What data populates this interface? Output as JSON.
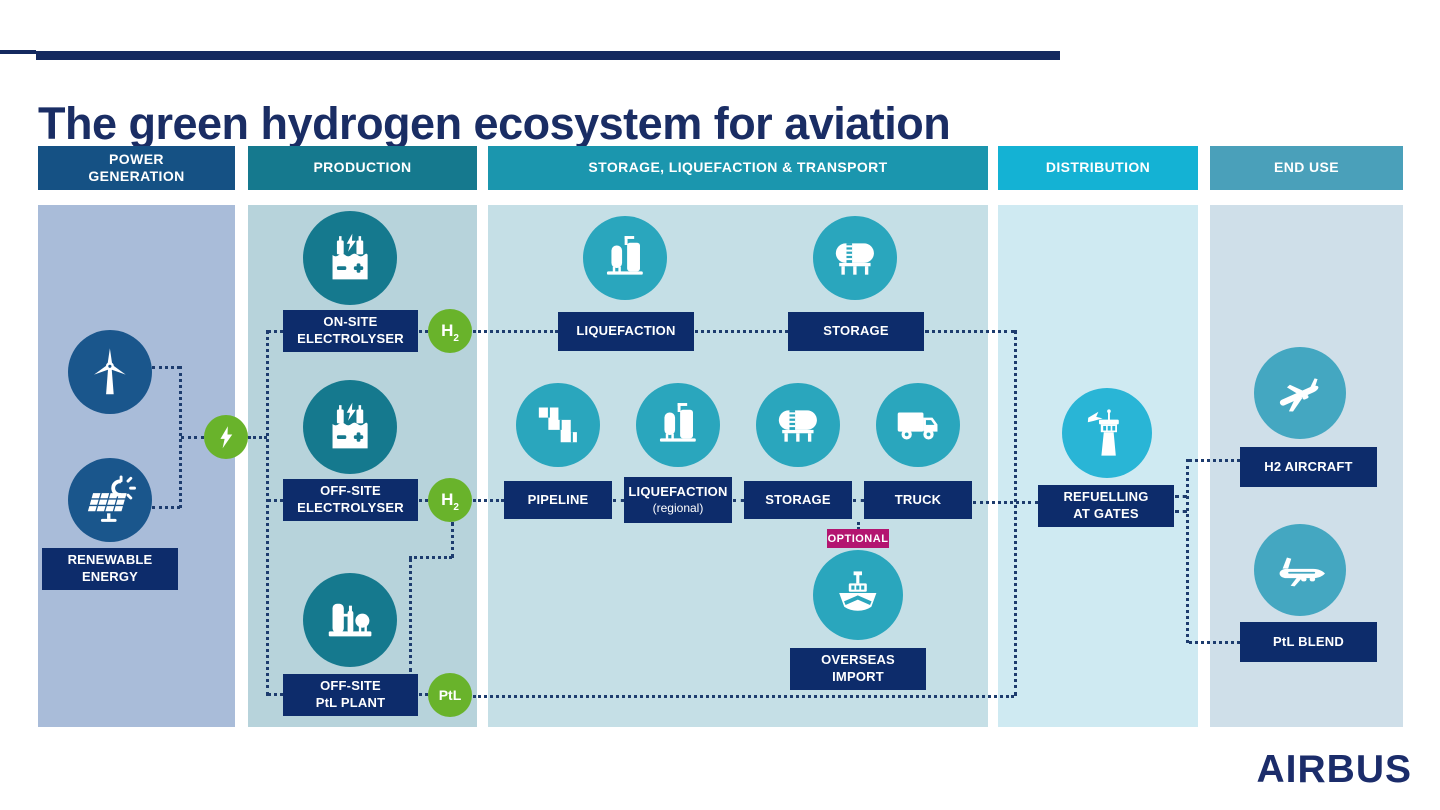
{
  "title": "The green hydrogen ecosystem for aviation",
  "brand": "AIRBUS",
  "headers": [
    {
      "label": "POWER\nGENERATION",
      "color": "#155184"
    },
    {
      "label": "PRODUCTION",
      "color": "#15798E"
    },
    {
      "label": "STORAGE, LIQUEFACTION & TRANSPORT",
      "color": "#1B96AE"
    },
    {
      "label": "DISTRIBUTION",
      "color": "#14B2D4"
    },
    {
      "label": "END USE",
      "color": "#4AA0BA"
    }
  ],
  "nodes": {
    "renewable_energy": "RENEWABLE\nENERGY",
    "onsite_electrolyser": "ON-SITE\nELECTROLYSER",
    "offsite_electrolyser": "OFF-SITE\nELECTROLYSER",
    "offsite_ptl_plant": "OFF-SITE\nPtL PLANT",
    "liquefaction": "LIQUEFACTION",
    "storage_main": "STORAGE",
    "pipeline": "PIPELINE",
    "liquefaction_regional": "LIQUEFACTION",
    "liquefaction_regional_sub": "(regional)",
    "storage_regional": "STORAGE",
    "truck": "TRUCK",
    "overseas_import": "OVERSEAS\nIMPORT",
    "refuelling_at_gates": "REFUELLING\nAT GATES",
    "h2_aircraft": "H2 AIRCRAFT",
    "ptl_blend": "PtL BLEND"
  },
  "badges": {
    "h2_main": "H",
    "h2_sub": "2",
    "ptl": "PtL",
    "optional": "OPTIONAL"
  },
  "colors": {
    "navy_bar": "#14295F",
    "title_text": "#1A2D64",
    "label_box": "#0D2C6B",
    "green_badge": "#69B32B",
    "optional_magenta": "#B31570",
    "dotted_line": "#1D3C6E",
    "col_bodies": [
      "#A9BCD9",
      "#B7D3DB",
      "#C5DFE6",
      "#CFEAF2",
      "#CFDFE9"
    ],
    "icon_circles": [
      "#1A568C",
      "#15798E",
      "#2AA6BD",
      "#29B5D6",
      "#44A7C1"
    ]
  },
  "connections": [
    "wind-turbine + solar-power -> electricity -> production electrolysers & PtL plant",
    "on-site electrolyser -> H2 -> liquefaction -> storage -> refuelling at gates",
    "off-site electrolyser -> H2 -> pipeline / liquefaction (regional) / storage / truck -> refuelling at gates",
    "off-site electrolyser H2 -> off-site PtL plant",
    "off-site PtL plant -> PtL -> refuelling at gates",
    "overseas import (optional) joins transport chain",
    "refuelling at gates -> H2 aircraft and PtL blend"
  ]
}
